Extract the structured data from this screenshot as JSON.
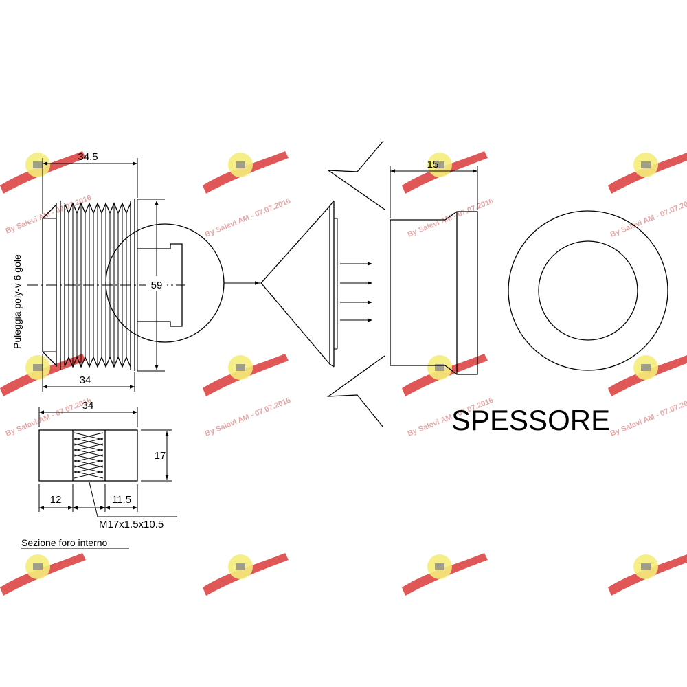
{
  "labels": {
    "dim_total_length": "34.5",
    "dim_diameter": "59",
    "dim_body_length": "34",
    "dim_section_length": "34",
    "dim_section_height": "17",
    "dim_left_offset": "12",
    "dim_right_offset": "11.5",
    "thread_spec": "M17x1.5x10.5",
    "pulley_description": "Puleggia poly-v 6 gole",
    "section_title": "Sezione foro interno",
    "thickness_dim": "15",
    "thickness_label": "SPESSORE"
  },
  "watermark": {
    "text": "By Salevi AM - 07.07.2016",
    "color": "#d98a8a",
    "accent": "#f5ec7a"
  }
}
